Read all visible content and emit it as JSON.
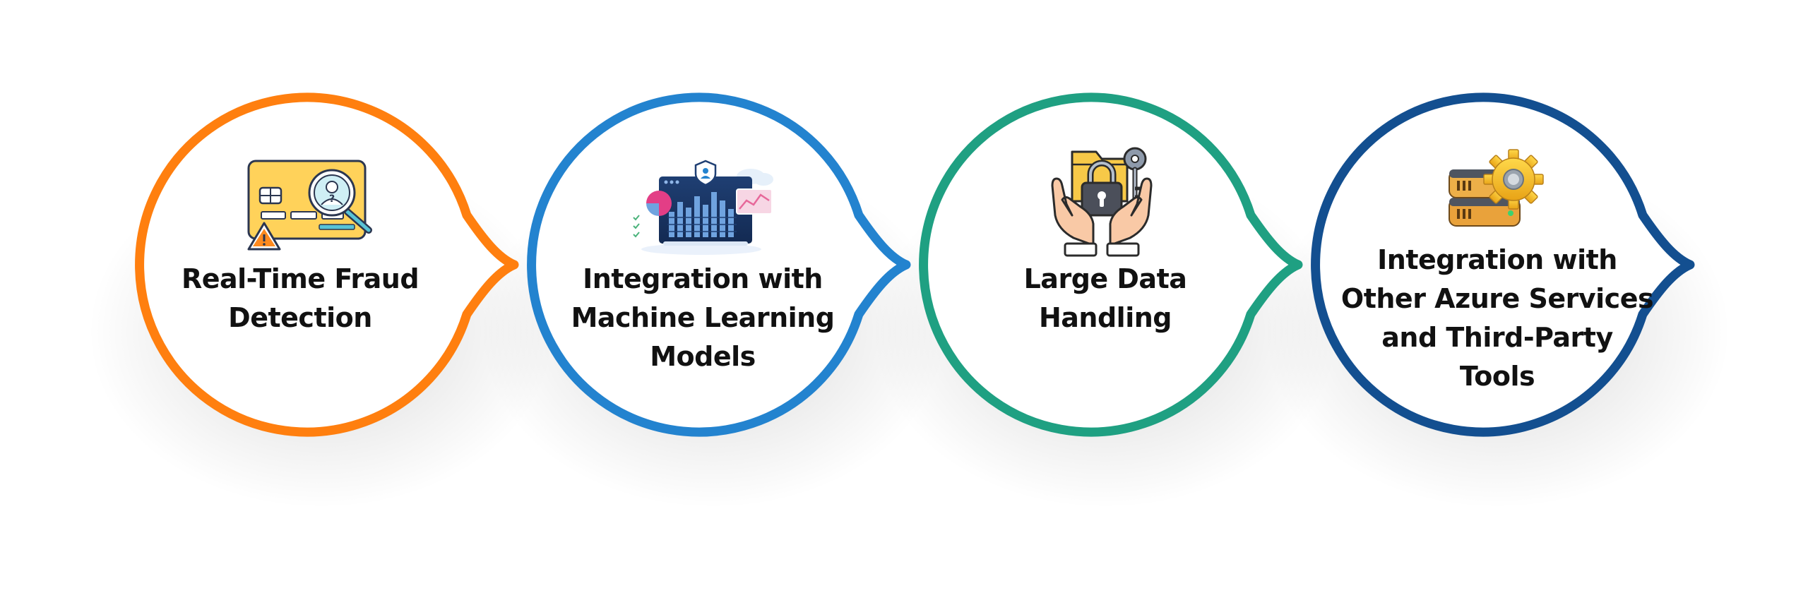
{
  "steps": [
    {
      "label": "Real-Time Fraud\nDetection",
      "ring_color": "#FF7F0F",
      "icon": "credit-card-fraud-search-icon"
    },
    {
      "label": "Integration with\nMachine Learning\nModels",
      "ring_color": "#2383CF",
      "icon": "ml-analytics-dashboard-icon"
    },
    {
      "label": "Large Data\nHandling",
      "ring_color": "#1FA082",
      "icon": "secure-data-hands-icon"
    },
    {
      "label": "Integration with\nOther Azure Services\nand Third-Party\nTools",
      "ring_color": "#134F90",
      "icon": "server-gear-icon"
    }
  ]
}
